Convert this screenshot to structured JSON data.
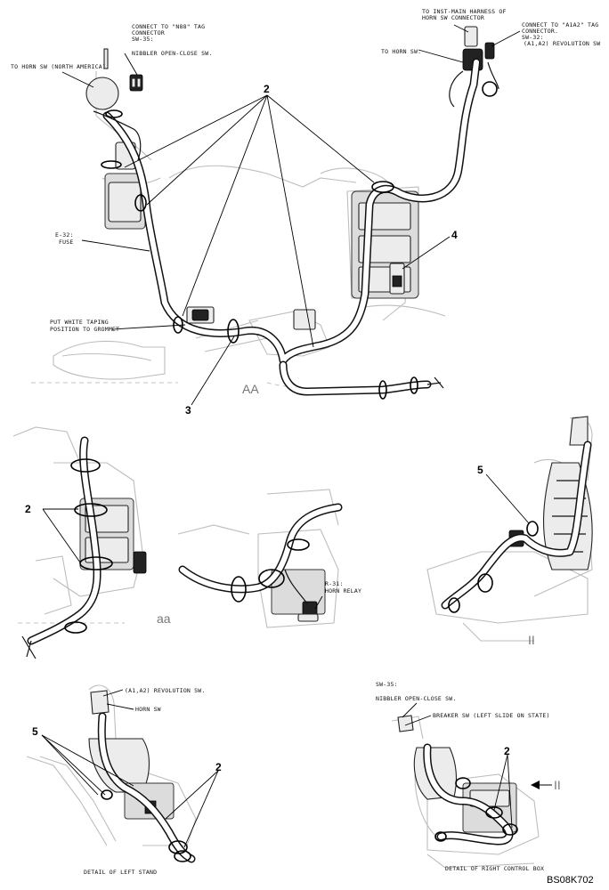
{
  "labels": {
    "connect_n88_tag_1": "CONNECT TO \"N88\" TAG",
    "connect_n88_tag_2": "CONNECTOR",
    "sw35_top": "SW-35:",
    "nibbler_top": "NIBBLER OPEN-CLOSE SW.",
    "horn_sw_na": "TO HORN SW (NORTH AMERICA)",
    "inst_main_1": "TO INST-MAIN HARNESS OF",
    "inst_main_2": "HORN SW CONNECTOR",
    "to_horn_sw": "TO HORN SW.",
    "connect_a1a2_1": "CONNECT TO \"A1A2\" TAG",
    "connect_a1a2_2": "CONNECTOR.",
    "sw32": "SW-32:",
    "a1a2_rev_top": "(A1,A2) REVOLUTION SW",
    "e32": "E-32:",
    "fuse": "FUSE",
    "white_taping_1": "PUT WHITE TAPING",
    "white_taping_2": "POSITION TO GROMMET",
    "r31": "R-31:",
    "horn_relay": "HORN RELAY",
    "a1a2_rev_bottom": "(A1,A2) REVOLUTION SW.",
    "horn_sw_bottom": "HORN SW",
    "detail_left": "DETAIL OF LEFT STAND",
    "sw35_bottom": "SW-35:",
    "nibbler_bottom": "NIBBLER OPEN-CLOSE SW.",
    "breaker_sw": "BREAKER SW (LEFT SLIDE ON STATE)",
    "detail_right": "DETAIL OF RIGHT CONTROL BOX"
  },
  "views": {
    "AA": "AA",
    "aa": "aa",
    "II_right": "II",
    "II_arrow": "II"
  },
  "callouts": {
    "c2_top": "2",
    "c3": "3",
    "c4": "4",
    "c2_left": "2",
    "c5_right": "5",
    "c5_bottom": "5",
    "c2_bottom_left": "2",
    "c2_bottom_right": "2"
  },
  "drawing_code": "BS08K702"
}
